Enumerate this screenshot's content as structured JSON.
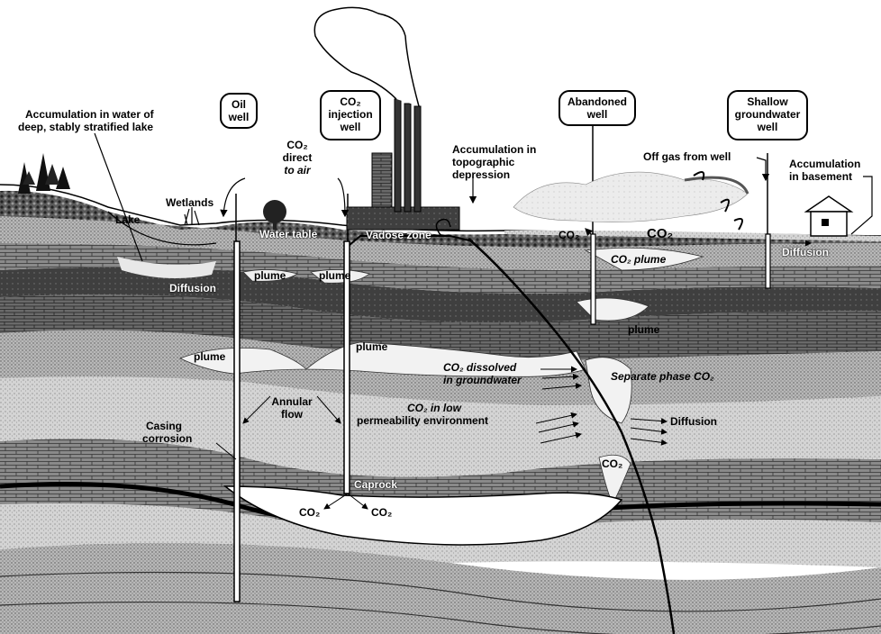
{
  "wells": {
    "oil": [
      "Oil",
      "well"
    ],
    "injection": [
      "CO₂",
      "injection",
      "well"
    ],
    "abandoned": [
      "Abandoned",
      "well"
    ],
    "shallow": [
      "Shallow",
      "groundwater",
      "well"
    ]
  },
  "labels": {
    "lake_accum_1": "Accumulation in water of",
    "lake_accum_2": "deep, stably stratified lake",
    "direct_1": "CO₂",
    "direct_2": "direct",
    "direct_3": "to air",
    "topo_1": "Accumulation in",
    "topo_2": "topographic",
    "topo_3": "depression",
    "offgas": "Off gas from well",
    "basement_1": "Accumulation",
    "basement_2": "in basement",
    "wetlands": "Wetlands",
    "lake": "Lake",
    "water_table": "Water table",
    "vadose": "Vadose zone",
    "co2_surface_1": "CO₂",
    "co2_cloud": "CO₂",
    "co2_plume": "CO₂ plume",
    "diffusion_shallow": "Diffusion",
    "diffusion_lake": "Diffusion",
    "plume_1": "plume",
    "plume_2": "plume",
    "plume_3": "plume",
    "plume_4": "plume",
    "plume_abandoned": "plume",
    "co2_dissolved_1": "CO₂ dissolved",
    "co2_dissolved_2": "in groundwater",
    "separate_phase": "Separate phase CO₂",
    "co2_low_1": "CO₂ in low",
    "co2_low_2": "permeability environment",
    "diffusion_deep": "Diffusion",
    "annular_1": "Annular",
    "annular_2": "flow",
    "casing_1": "Casing",
    "casing_2": "corrosion",
    "caprock": "Caprock",
    "co2_fault": "CO₂",
    "co2_res_left": "CO₂",
    "co2_res_right": "CO₂"
  }
}
